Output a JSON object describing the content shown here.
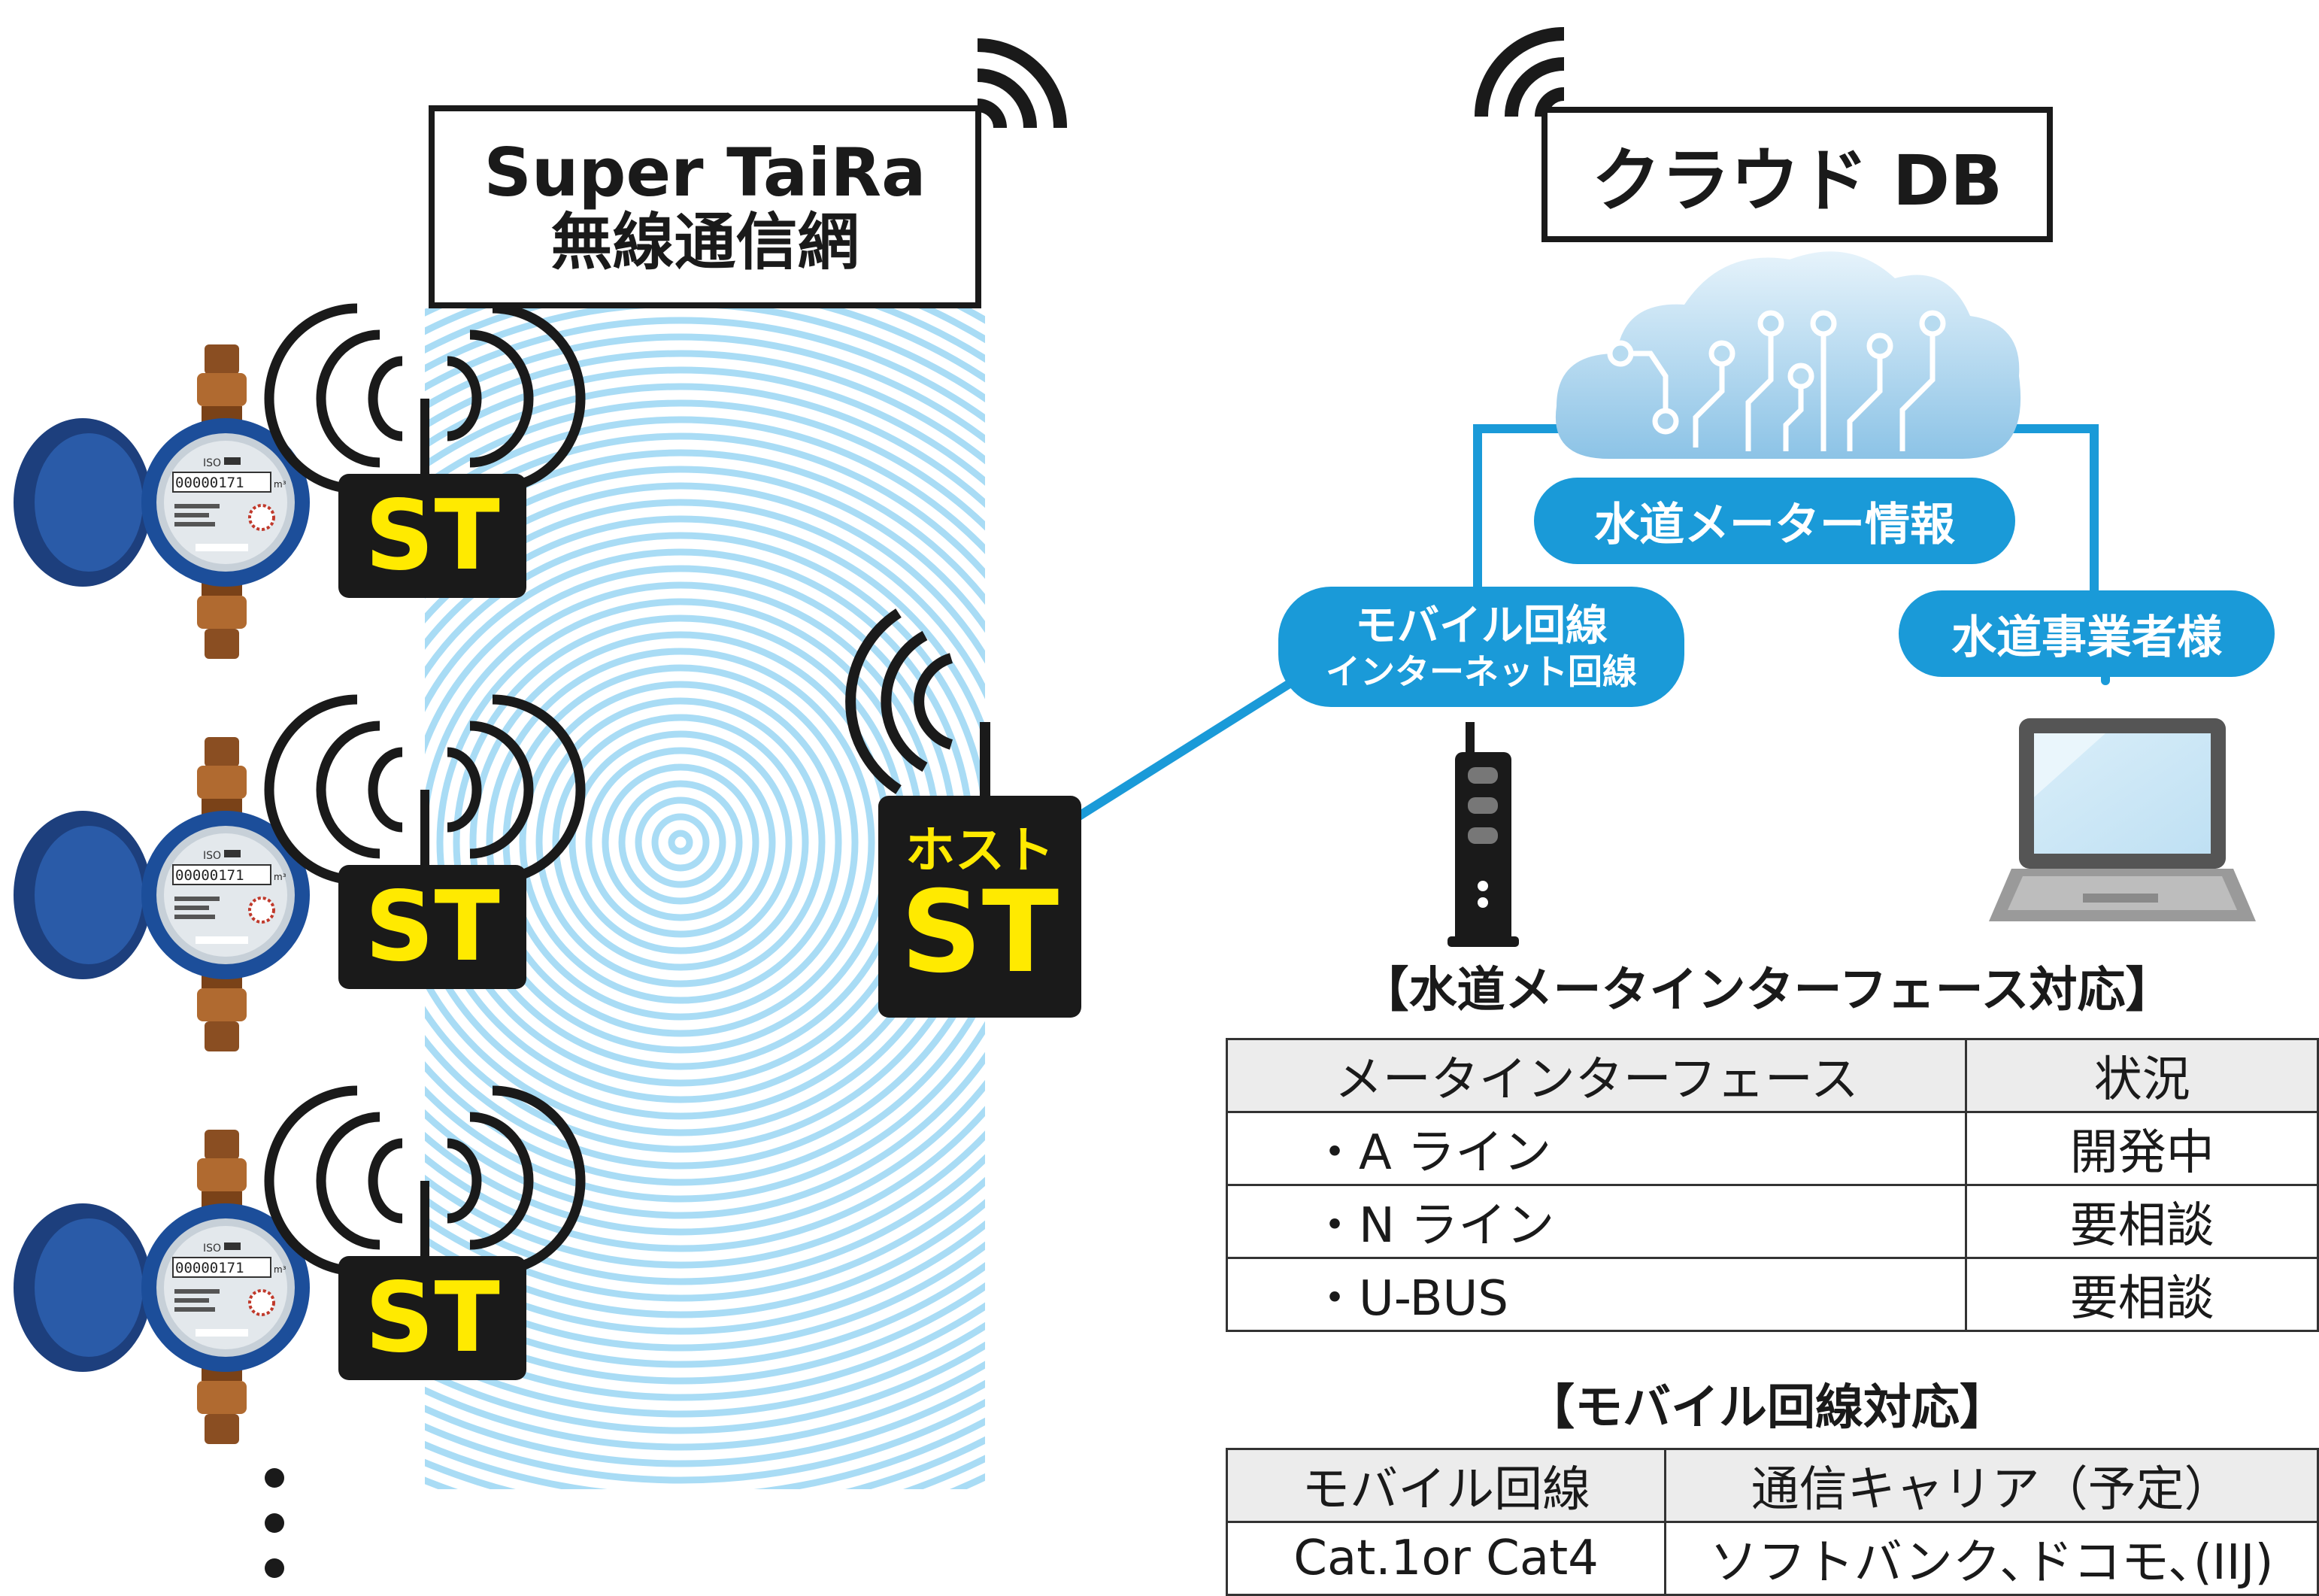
{
  "network": {
    "title_line1": "Super TaiRa",
    "title_line2": "無線通信網"
  },
  "cloud": {
    "title": "クラウド DB"
  },
  "stations": {
    "st_label": "ST",
    "host_line1": "ホスト",
    "host_line2": "ST"
  },
  "labels": {
    "meter_info": "水道メーター情報",
    "mobile_line1": "モバイル回線",
    "mobile_line2": "インターネット回線",
    "operator": "水道事業者様"
  },
  "meter_readout": "00000171",
  "meter_iso": "ISO",
  "meter_unit": "m³",
  "interface_section": {
    "title": "【水道メータインターフェース対応】",
    "headers": [
      "メータインターフェース",
      "状況"
    ],
    "rows": [
      [
        "・A ライン",
        "開発中"
      ],
      [
        "・N ライン",
        "要相談"
      ],
      [
        "・U-BUS",
        "要相談"
      ]
    ]
  },
  "mobile_section": {
    "title": "【モバイル回線対応】",
    "headers": [
      "モバイル回線",
      "通信キャリア（予定）"
    ],
    "rows": [
      [
        "Cat.1or Cat4",
        "ソフトバンク､ドコモ､(IIJ)"
      ]
    ]
  },
  "colors": {
    "accent_blue": "#1a9ad8",
    "st_yellow": "#ffea00",
    "dark": "#1a1a1a",
    "wave_blue": "#a9dcf5"
  }
}
